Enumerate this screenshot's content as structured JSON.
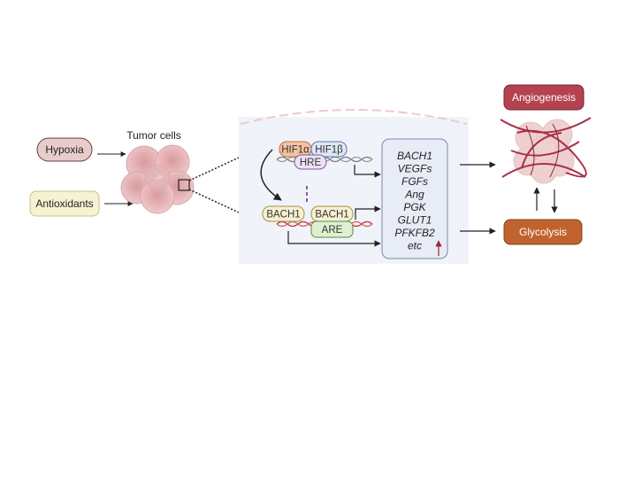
{
  "inputs": {
    "hypoxia": "Hypoxia",
    "antioxidants": "Antioxidants"
  },
  "tumor_label": "Tumor cells",
  "nucleus": {
    "hif1a": "HIF1α",
    "hif1b": "HIF1β",
    "hre": "HRE",
    "bach1_left": "BACH1",
    "bach1_right": "BACH1",
    "are": "ARE"
  },
  "target_genes": [
    "BACH1",
    "VEGFs",
    "FGFs",
    "Ang",
    "PGK",
    "GLUT1",
    "PFKFB2",
    "etc"
  ],
  "outcomes": {
    "angiogenesis": "Angiogenesis",
    "glycolysis": "Glycolysis"
  },
  "colors": {
    "hypoxia": "#e8cccc",
    "antioxidants": "#f6f2d2",
    "angiogenesis": "#b4424f",
    "glycolysis": "#c0632f",
    "panel": "#f1f3fa",
    "upregulation_arrow": "#9a2a30"
  }
}
